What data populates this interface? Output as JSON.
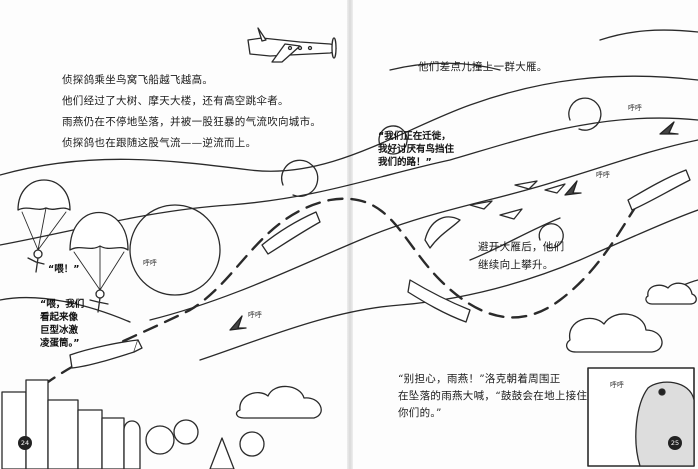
{
  "left_page": {
    "narration": [
      "侦探鸽乘坐鸟窝飞船越飞越高。",
      "他们经过了大树、摩天大楼，还有高空跳伞者。",
      "雨燕仍在不停地坠落，并被一股狂暴的气流吹向城市。",
      "侦探鸽也在跟随这股气流——逆流而上。"
    ],
    "shout": "“喂！”",
    "speech": [
      "“喂，我们",
      "看起来像",
      "巨型冰激",
      "凌蛋筒。”"
    ],
    "page_number": "24"
  },
  "right_page": {
    "top_narration": "他们差点儿撞上一群大雁。",
    "speech": [
      "“我们正在迁徙，",
      "我好讨厌有鸟挡住",
      "我们的路！”"
    ],
    "mid_narration": [
      "避开大雁后，他们",
      "继续向上攀升。"
    ],
    "bottom_narration": [
      "“别担心，雨燕！”洛克朝着周围正",
      "在坠落的雨燕大喊，“鼓鼓会在地上接住",
      "你们的。”"
    ],
    "page_number": "25"
  },
  "sound_effects": {
    "left_1": "呼呼",
    "left_2": "呼呼",
    "right_1": "呼呼",
    "right_2": "呼呼",
    "right_3": "呼呼"
  }
}
